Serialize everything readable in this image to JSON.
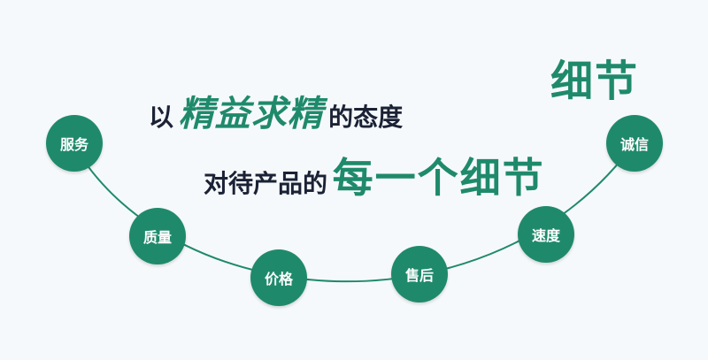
{
  "headline": {
    "line1": {
      "prefix": "以",
      "highlight": "精益求精",
      "suffix": "的态度"
    },
    "line2": {
      "prefix": "对待产品的",
      "highlight": "每一个细节"
    }
  },
  "corner_tag": "细节",
  "values": [
    "服务",
    "质量",
    "价格",
    "售后",
    "速度",
    "诚信"
  ],
  "colors": {
    "accent": "#1f8a6b",
    "dark_text": "#1b2235",
    "background": "#f6f9fb"
  }
}
